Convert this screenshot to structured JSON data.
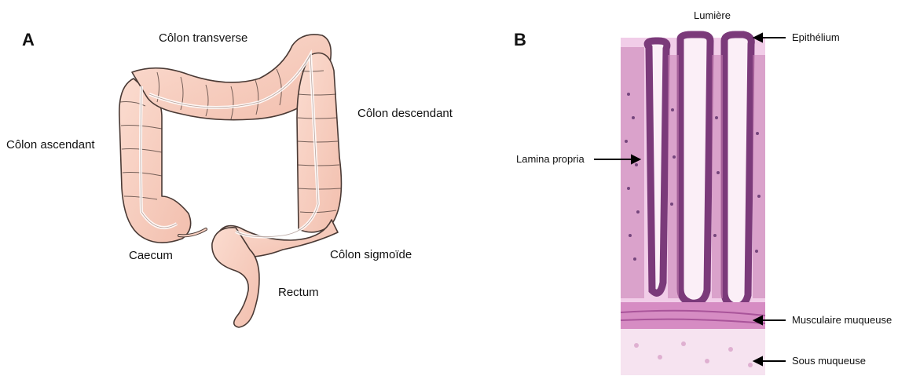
{
  "panel_a": {
    "letter": "A",
    "labels": {
      "transverse": "Côlon transverse",
      "descending": "Côlon descendant",
      "ascending": "Côlon ascendant",
      "caecum": "Caecum",
      "sigmoid": "Côlon sigmoïde",
      "rectum": "Rectum"
    },
    "colors": {
      "fill": "#f7cfc0",
      "stroke": "#4a3a35",
      "inner": "#ffffff"
    }
  },
  "panel_b": {
    "letter": "B",
    "labels": {
      "lumen": "Lumière",
      "epithelium": "Epithélium",
      "lamina": "Lamina propria",
      "muscularis": "Musculaire muqueuse",
      "submucosa": "Sous muqueuse"
    },
    "colors": {
      "stain_light": "#f1cde8",
      "stain_mid": "#c97fb4",
      "stain_dark": "#7b3a7a",
      "nuclei": "#4b1f5c"
    }
  }
}
